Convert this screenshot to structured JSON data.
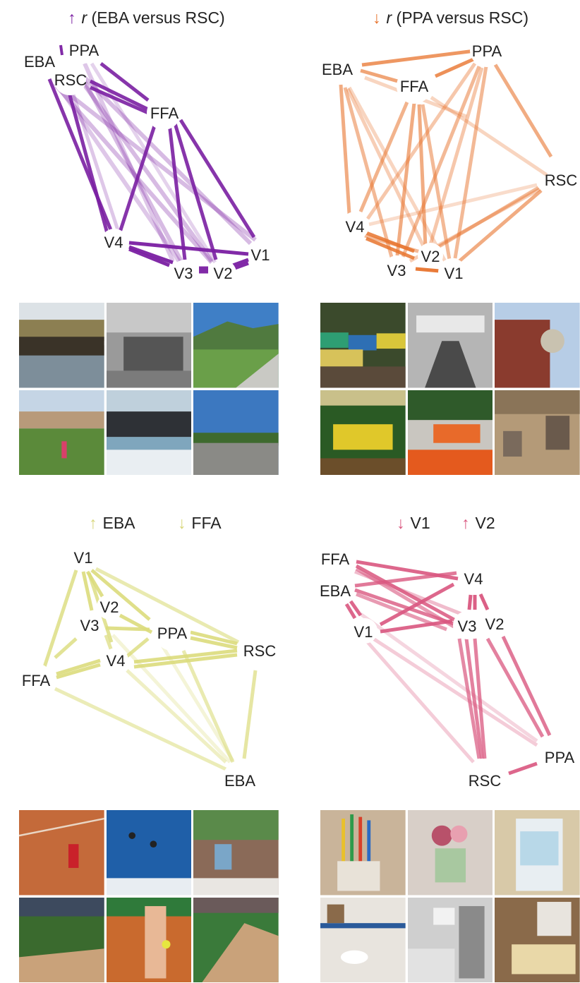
{
  "panels": [
    {
      "id": "eba_vs_rsc",
      "title": {
        "arrow": "↑",
        "italic": "r",
        "text": " (EBA versus RSC)"
      },
      "color": "#7a1fa2",
      "nodes": [
        {
          "name": "PPA"
        },
        {
          "name": "EBA"
        },
        {
          "name": "RSC"
        },
        {
          "name": "FFA"
        },
        {
          "name": "V4"
        },
        {
          "name": "V3"
        },
        {
          "name": "V2"
        },
        {
          "name": "V1"
        }
      ],
      "images": [
        "elephants-river",
        "elephants-bw",
        "park-road",
        "park-people",
        "surfers-rocks",
        "beach-walkway"
      ]
    },
    {
      "id": "ppa_vs_rsc",
      "title": {
        "arrow": "↓",
        "italic": "r",
        "text": " (PPA versus RSC)"
      },
      "color": "#e8742e",
      "nodes": [
        {
          "name": "PPA"
        },
        {
          "name": "EBA"
        },
        {
          "name": "FFA"
        },
        {
          "name": "RSC"
        },
        {
          "name": "V4"
        },
        {
          "name": "V2"
        },
        {
          "name": "V3"
        },
        {
          "name": "V1"
        }
      ],
      "images": [
        "market-umbrellas",
        "train-interior",
        "clock-tower",
        "fruit-stand",
        "carrots",
        "zoo-elephants"
      ]
    },
    {
      "id": "eba_ffa",
      "legend": [
        {
          "arrow": "↑",
          "label": "EBA"
        },
        {
          "arrow": "↓",
          "label": "FFA"
        }
      ],
      "color": "#dfe08a",
      "nodes": [
        {
          "name": "V1"
        },
        {
          "name": "V2"
        },
        {
          "name": "V3"
        },
        {
          "name": "PPA"
        },
        {
          "name": "RSC"
        },
        {
          "name": "V4"
        },
        {
          "name": "FFA"
        },
        {
          "name": "EBA"
        }
      ],
      "images": [
        "tennis-clay",
        "skiers-jump",
        "skateboarder",
        "baseball-field",
        "tennis-legs",
        "baseball-diamond"
      ]
    },
    {
      "id": "v1_v2",
      "legend": [
        {
          "arrow": "↓",
          "label": "V1"
        },
        {
          "arrow": "↑",
          "label": "V2"
        }
      ],
      "color": "#d9577f",
      "nodes": [
        {
          "name": "FFA"
        },
        {
          "name": "V4"
        },
        {
          "name": "EBA"
        },
        {
          "name": "V3"
        },
        {
          "name": "V2"
        },
        {
          "name": "V1"
        },
        {
          "name": "PPA"
        },
        {
          "name": "RSC"
        }
      ],
      "images": [
        "toothbrushes",
        "roses-vase",
        "shower-door",
        "bathroom-sink",
        "shower-stall",
        "kitchen-counter"
      ]
    }
  ]
}
